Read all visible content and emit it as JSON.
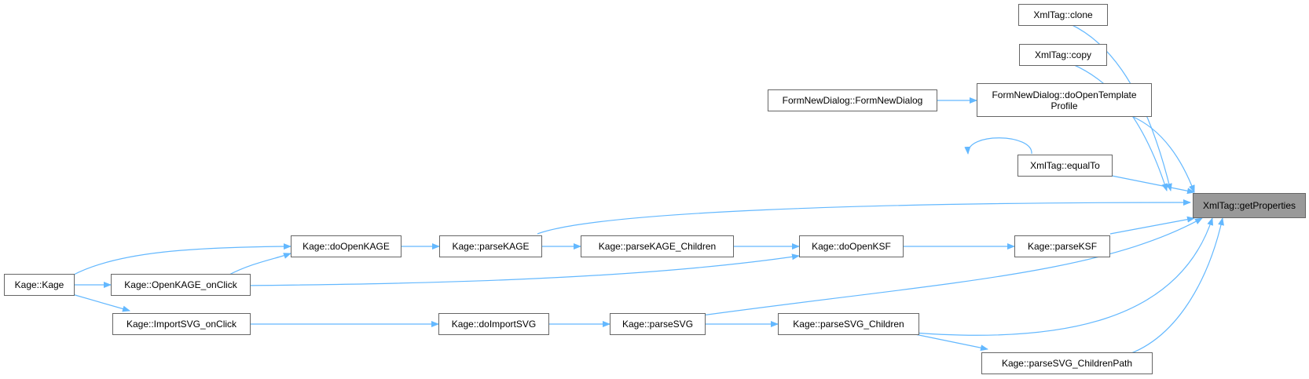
{
  "theme": {
    "edge_color": "#63b8ff",
    "node_border": "#666666",
    "focus_fill": "#999999"
  },
  "nodes": {
    "xmltag_clone": {
      "label": "XmlTag::clone"
    },
    "xmltag_copy": {
      "label": "XmlTag::copy"
    },
    "formnewdialog_ctor": {
      "label": "FormNewDialog::FormNewDialog"
    },
    "formnewdialog_doopen": {
      "label_line1": "FormNewDialog::doOpenTemplate",
      "label_line2": "Profile"
    },
    "xmltag_equalto": {
      "label": "XmlTag::equalTo"
    },
    "xmltag_getproperties": {
      "label": "XmlTag::getProperties"
    },
    "kage_doopenkage": {
      "label": "Kage::doOpenKAGE"
    },
    "kage_parsekage": {
      "label": "Kage::parseKAGE"
    },
    "kage_parsekage_children": {
      "label": "Kage::parseKAGE_Children"
    },
    "kage_doopenksf": {
      "label": "Kage::doOpenKSF"
    },
    "kage_parseksf": {
      "label": "Kage::parseKSF"
    },
    "kage_kage": {
      "label": "Kage::Kage"
    },
    "kage_openkage_onclick": {
      "label": "Kage::OpenKAGE_onClick"
    },
    "kage_importsvg_onclick": {
      "label": "Kage::ImportSVG_onClick"
    },
    "kage_doimportsvg": {
      "label": "Kage::doImportSVG"
    },
    "kage_parsesvg": {
      "label": "Kage::parseSVG"
    },
    "kage_parsesvg_children": {
      "label": "Kage::parseSVG_Children"
    },
    "kage_parsesvg_childrenpath": {
      "label": "Kage::parseSVG_ChildrenPath"
    }
  }
}
